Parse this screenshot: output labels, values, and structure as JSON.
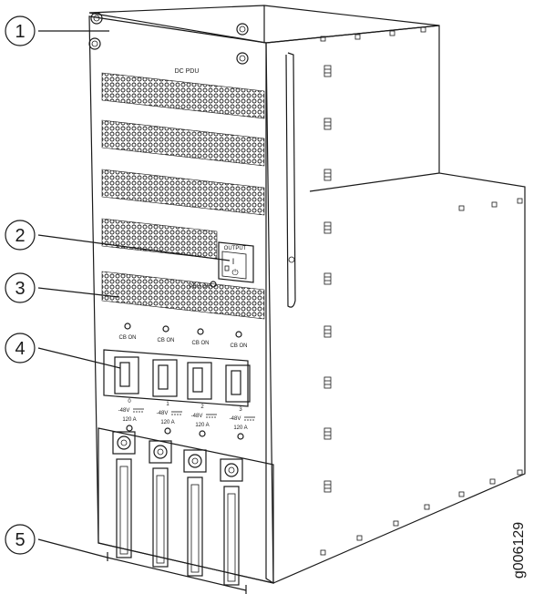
{
  "figure": {
    "panel_title": "DC PDU",
    "output_label": "OUTPUT",
    "output_switch_on_glyph": "I",
    "output_switch_standby_glyph": "⏻",
    "pdu_ok_label": "PDU OK",
    "figure_id": "g006129"
  },
  "breakers": [
    {
      "cb_label": "CB ON",
      "index": "0",
      "voltage": "-48V",
      "current": "120 A"
    },
    {
      "cb_label": "CB ON",
      "index": "1",
      "voltage": "-48V",
      "current": "120 A"
    },
    {
      "cb_label": "CB ON",
      "index": "2",
      "voltage": "-48V",
      "current": "120 A"
    },
    {
      "cb_label": "CB ON",
      "index": "3",
      "voltage": "-48V",
      "current": "120 A"
    }
  ],
  "callouts": [
    {
      "number": "1"
    },
    {
      "number": "2"
    },
    {
      "number": "3"
    },
    {
      "number": "4"
    },
    {
      "number": "5"
    }
  ]
}
